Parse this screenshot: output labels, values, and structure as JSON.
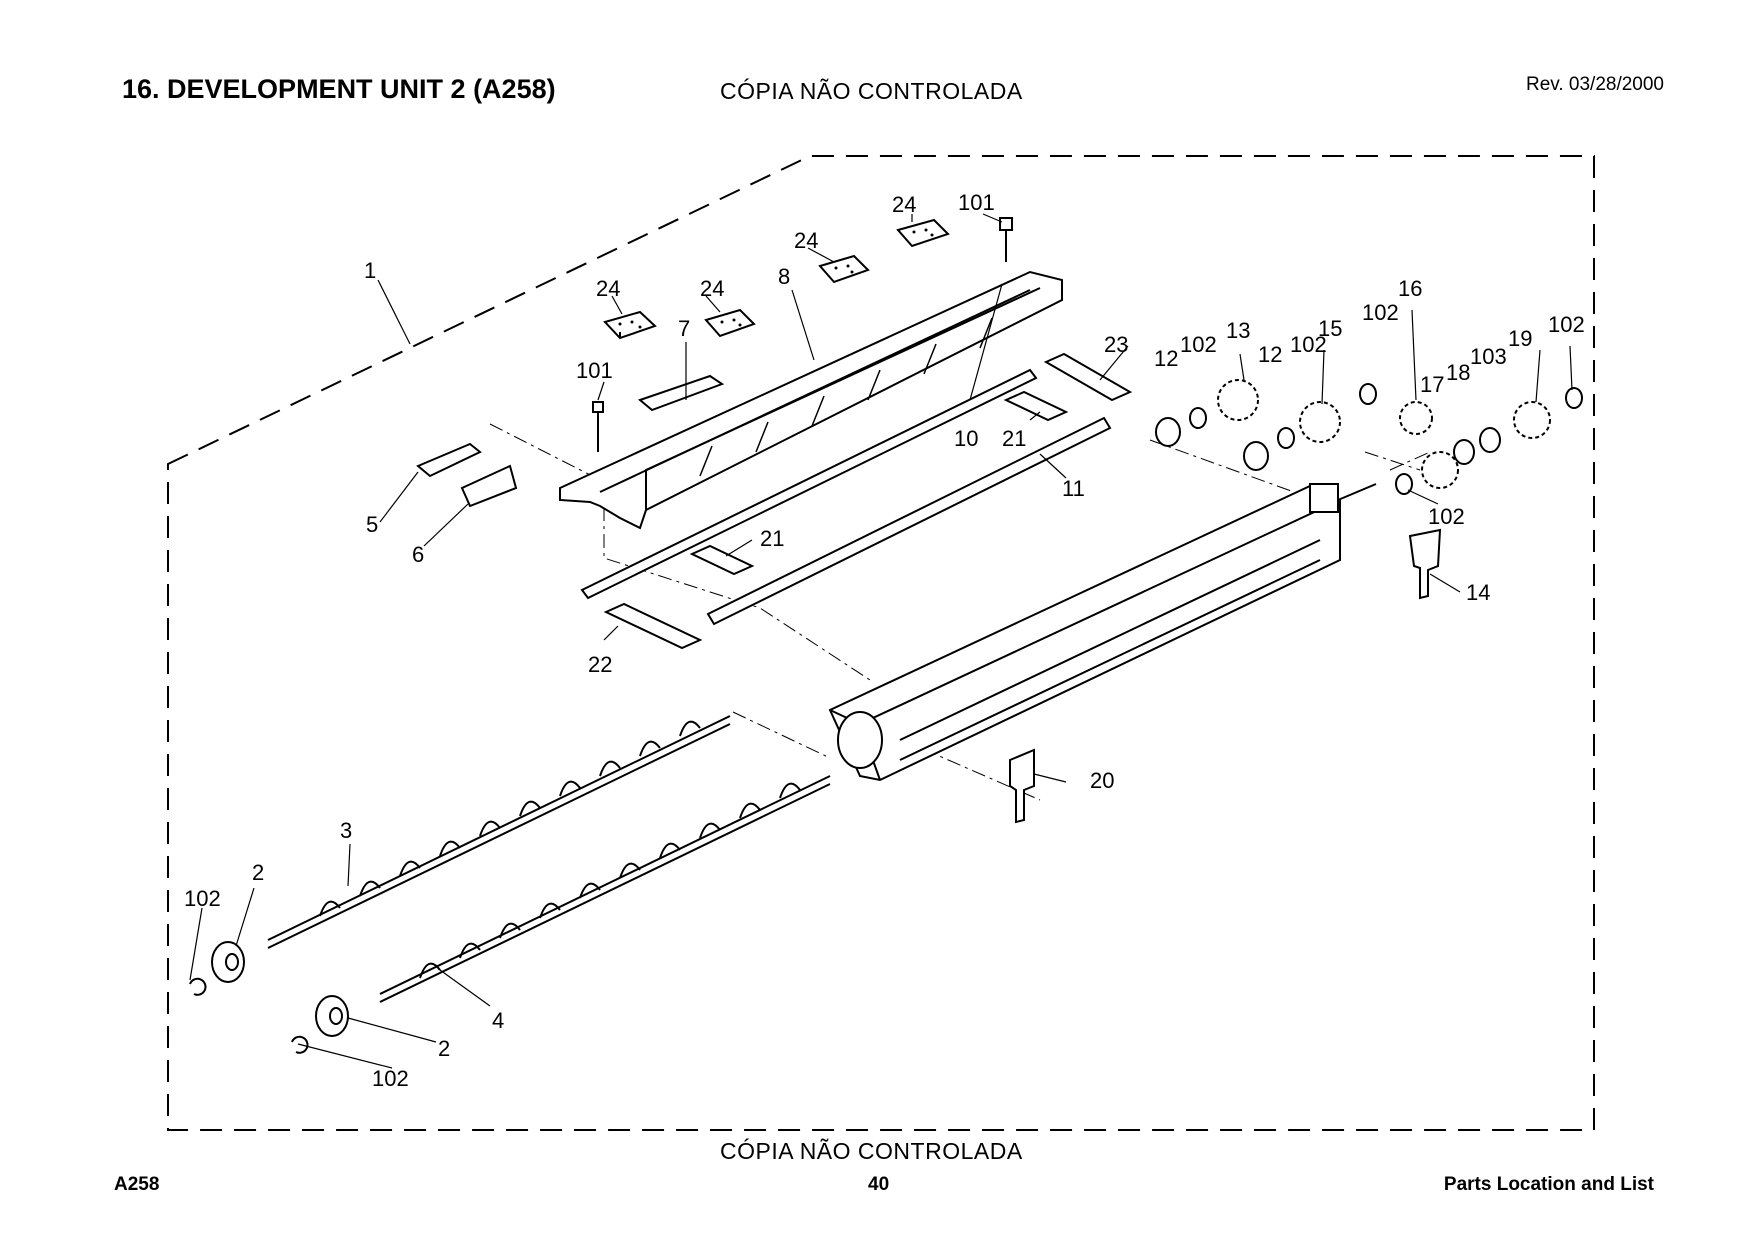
{
  "header": {
    "title": "16. DEVELOPMENT UNIT 2 (A258)",
    "watermark": "CÓPIA NÃO CONTROLADA",
    "revision": "Rev. 03/28/2000"
  },
  "footer": {
    "watermark": "CÓPIA NÃO CONTROLADA",
    "model": "A258",
    "page": "40",
    "section": "Parts Location and List"
  },
  "callouts": [
    {
      "id": "c1",
      "label": "1"
    },
    {
      "id": "c2a",
      "label": "2"
    },
    {
      "id": "c2b",
      "label": "2"
    },
    {
      "id": "c3",
      "label": "3"
    },
    {
      "id": "c4",
      "label": "4"
    },
    {
      "id": "c5",
      "label": "5"
    },
    {
      "id": "c6",
      "label": "6"
    },
    {
      "id": "c7",
      "label": "7"
    },
    {
      "id": "c8",
      "label": "8"
    },
    {
      "id": "c10",
      "label": "10"
    },
    {
      "id": "c11",
      "label": "11"
    },
    {
      "id": "c12a",
      "label": "12"
    },
    {
      "id": "c12b",
      "label": "12"
    },
    {
      "id": "c13",
      "label": "13"
    },
    {
      "id": "c14",
      "label": "14"
    },
    {
      "id": "c15",
      "label": "15"
    },
    {
      "id": "c16",
      "label": "16"
    },
    {
      "id": "c17",
      "label": "17"
    },
    {
      "id": "c18",
      "label": "18"
    },
    {
      "id": "c19",
      "label": "19"
    },
    {
      "id": "c20",
      "label": "20"
    },
    {
      "id": "c21a",
      "label": "21"
    },
    {
      "id": "c21b",
      "label": "21"
    },
    {
      "id": "c22",
      "label": "22"
    },
    {
      "id": "c23",
      "label": "23"
    },
    {
      "id": "c24a",
      "label": "24"
    },
    {
      "id": "c24b",
      "label": "24"
    },
    {
      "id": "c24c",
      "label": "24"
    },
    {
      "id": "c24d",
      "label": "24"
    },
    {
      "id": "c101a",
      "label": "101"
    },
    {
      "id": "c101b",
      "label": "101"
    },
    {
      "id": "c102a",
      "label": "102"
    },
    {
      "id": "c102b",
      "label": "102"
    },
    {
      "id": "c102c",
      "label": "102"
    },
    {
      "id": "c102d",
      "label": "102"
    },
    {
      "id": "c102e",
      "label": "102"
    },
    {
      "id": "c102f",
      "label": "102"
    },
    {
      "id": "c102g",
      "label": "102"
    },
    {
      "id": "c103",
      "label": "103"
    }
  ]
}
